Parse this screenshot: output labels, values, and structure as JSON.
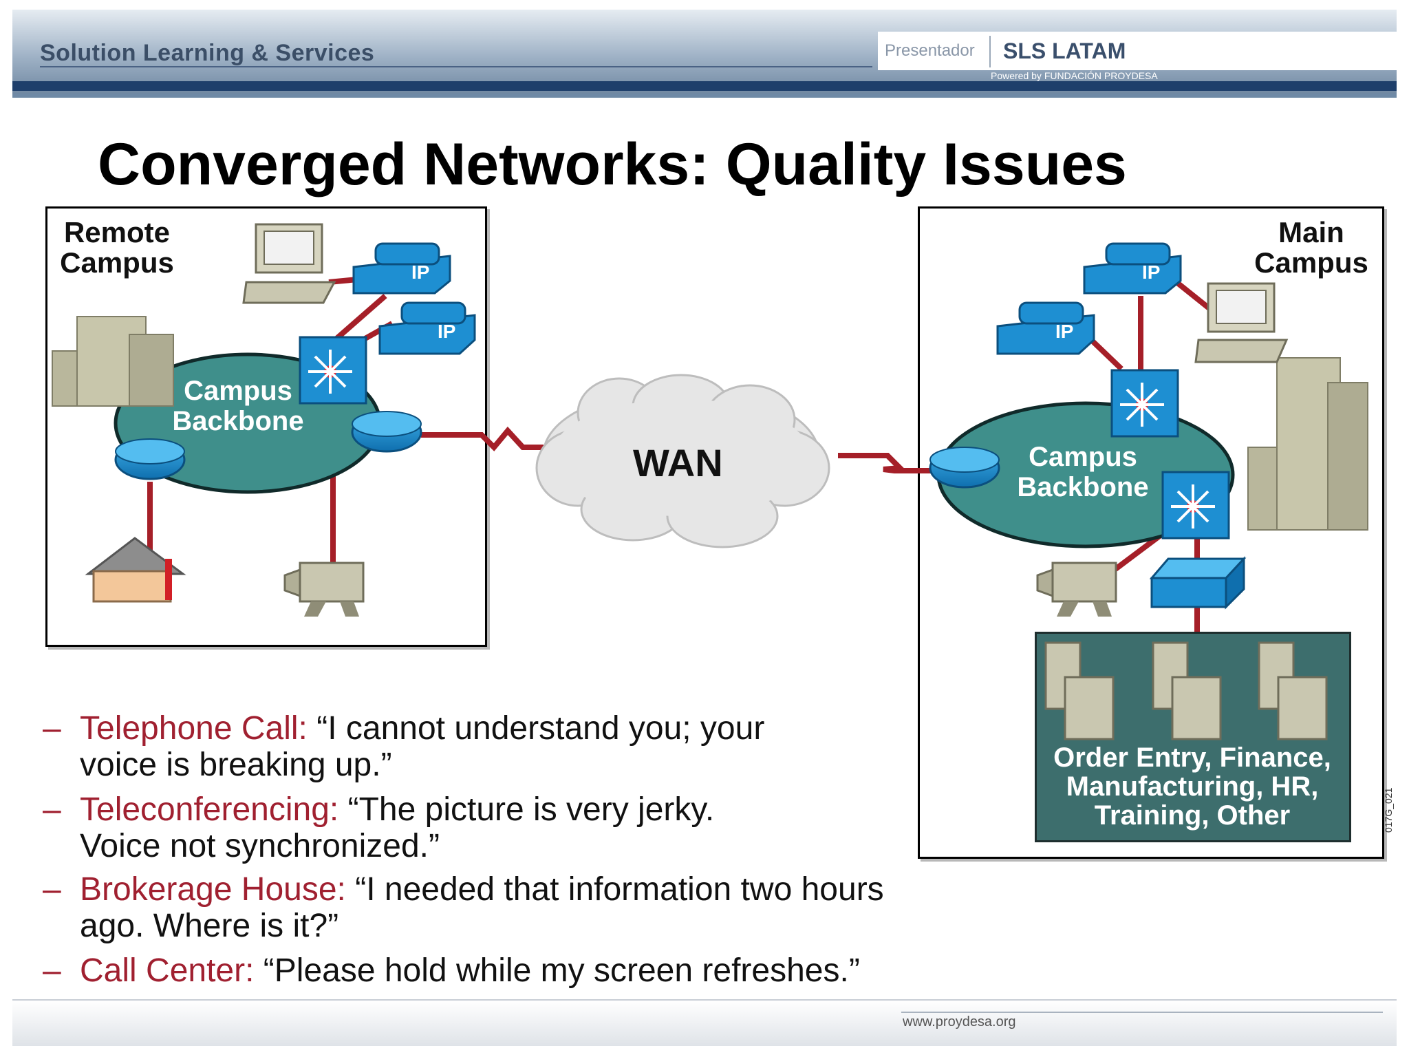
{
  "header": {
    "brand": "Solution Learning & Services",
    "presenter_label": "Presentador",
    "org": "SLS LATAM",
    "powered_by": "Powered by FUNDACIÓN PROYDESA"
  },
  "title": "Converged Networks: Quality Issues",
  "diagram": {
    "remote_campus": {
      "label_line1": "Remote",
      "label_line2": "Campus",
      "backbone_line1": "Campus",
      "backbone_line2": "Backbone"
    },
    "wan": "WAN",
    "main_campus": {
      "label_line1": "Main",
      "label_line2": "Campus",
      "backbone_line1": "Campus",
      "backbone_line2": "Backbone"
    },
    "apps_line1": "Order Entry, Finance,",
    "apps_line2": "Manufacturing, HR,",
    "apps_line3": "Training, Other",
    "phone_label": "IP",
    "figure_code": "017G_021"
  },
  "bullets": [
    {
      "dash": "–",
      "term": "Telephone Call:",
      "quote_line1": " “I cannot understand you; your",
      "quote_line2": "voice is breaking up.”"
    },
    {
      "dash": "–",
      "term": "Teleconferencing:",
      "quote_line1": " “The picture is very jerky.",
      "quote_line2": "Voice not synchronized.”"
    },
    {
      "dash": "–",
      "term": "Brokerage House:",
      "quote_line1": " “I needed that information two hours",
      "quote_line2": "ago. Where is it?”"
    },
    {
      "dash": "–",
      "term": "Call Center:",
      "quote_line1": " “Please hold while my screen refreshes.”",
      "quote_line2": ""
    }
  ],
  "footer": {
    "url": "www.proydesa.org"
  },
  "colors": {
    "link_red": "#a02030",
    "device_blue": "#1e8fd2",
    "backbone_teal": "#3e8f8c",
    "header_navy": "#1e3f6b"
  }
}
